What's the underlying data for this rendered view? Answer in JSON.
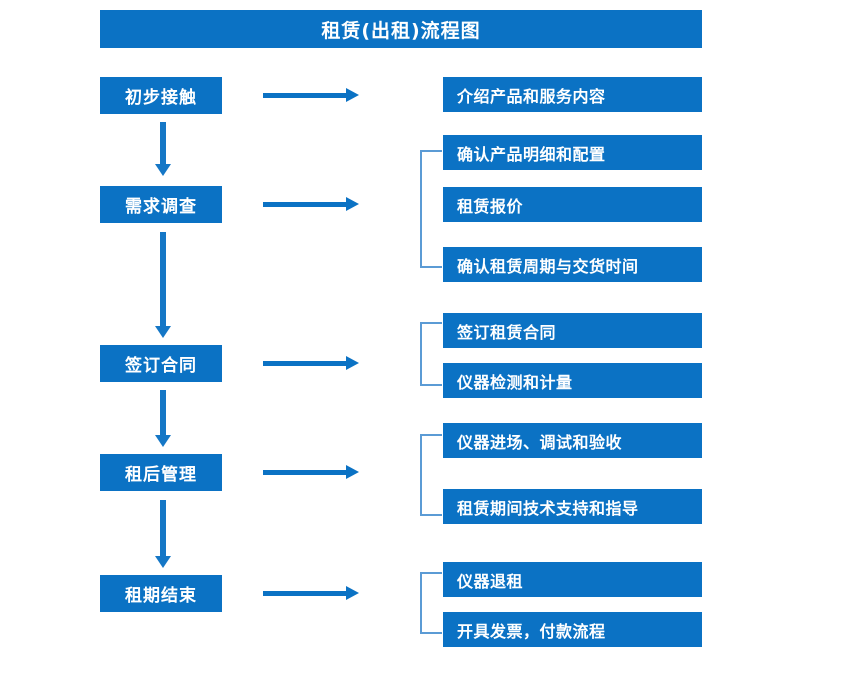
{
  "diagram": {
    "title": "租赁(出租)流程图",
    "accent_color": "#0b72c4",
    "bracket_color": "#5b9bd5",
    "text_color": "#ffffff",
    "background_color": "#ffffff",
    "stages": [
      {
        "label": "初步接触"
      },
      {
        "label": "需求调查"
      },
      {
        "label": "签订合同"
      },
      {
        "label": "租后管理"
      },
      {
        "label": "租期结束"
      }
    ],
    "details": [
      {
        "label": "介绍产品和服务内容"
      },
      {
        "label": "确认产品明细和配置"
      },
      {
        "label": "租赁报价"
      },
      {
        "label": "确认租赁周期与交货时间"
      },
      {
        "label": "签订租赁合同"
      },
      {
        "label": "仪器检测和计量"
      },
      {
        "label": "仪器进场、调试和验收"
      },
      {
        "label": "租赁期间技术支持和指导"
      },
      {
        "label": "仪器退租"
      },
      {
        "label": "开具发票，付款流程"
      }
    ],
    "connector_count": 5,
    "flow_arrow_count": 4,
    "bracket_count": 4
  }
}
